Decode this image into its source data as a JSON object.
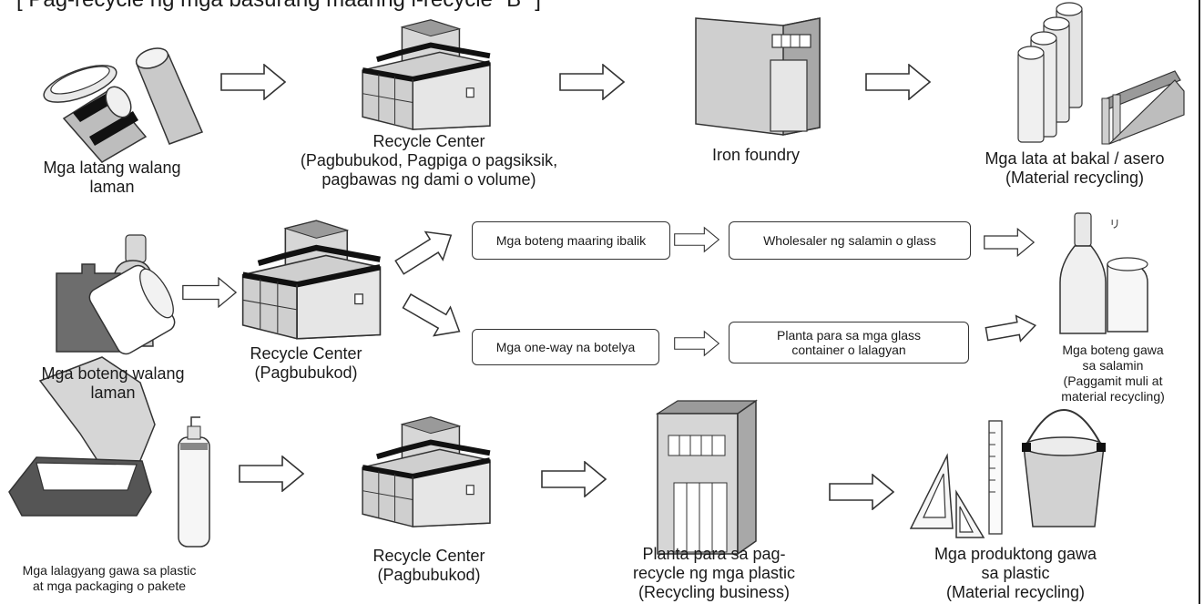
{
  "title": "[ Pag-recycle ng mga basurang maaring i-recycle \"B\" ]",
  "rows": [
    {
      "source": [
        "Mga latang walang",
        "laman"
      ],
      "center": [
        "Recycle Center",
        "(Pagbubukod, Pagpiga o pagsiksik,",
        "pagbawas ng dami o volume)"
      ],
      "processor": [
        "Iron foundry"
      ],
      "product": [
        "Mga lata at bakal / asero",
        "(Material recycling)"
      ]
    },
    {
      "source": [
        "Mga boteng walang",
        "laman"
      ],
      "center": [
        "Recycle Center",
        "(Pagbubukod)"
      ],
      "branch_returnable": "Mga boteng maaring ibalik",
      "branch_returnable_dest": "Wholesaler ng salamin o glass",
      "branch_oneway": "Mga one-way na botelya",
      "branch_oneway_dest": [
        "Planta para sa mga glass",
        "container o lalagyan"
      ],
      "product": [
        "Mga boteng gawa",
        "sa salamin",
        "(Paggamit muli at",
        "material recycling)"
      ]
    },
    {
      "source": [
        "Mga lalagyang gawa sa plastic",
        "at mga packaging o pakete"
      ],
      "center": [
        "Recycle Center",
        "(Pagbubukod)"
      ],
      "processor": [
        "Planta para sa pag-",
        "recycle ng mga plastic",
        "(Recycling business)"
      ],
      "product": [
        "Mga produktong gawa",
        "sa plastic",
        "(Material recycling)"
      ]
    }
  ]
}
